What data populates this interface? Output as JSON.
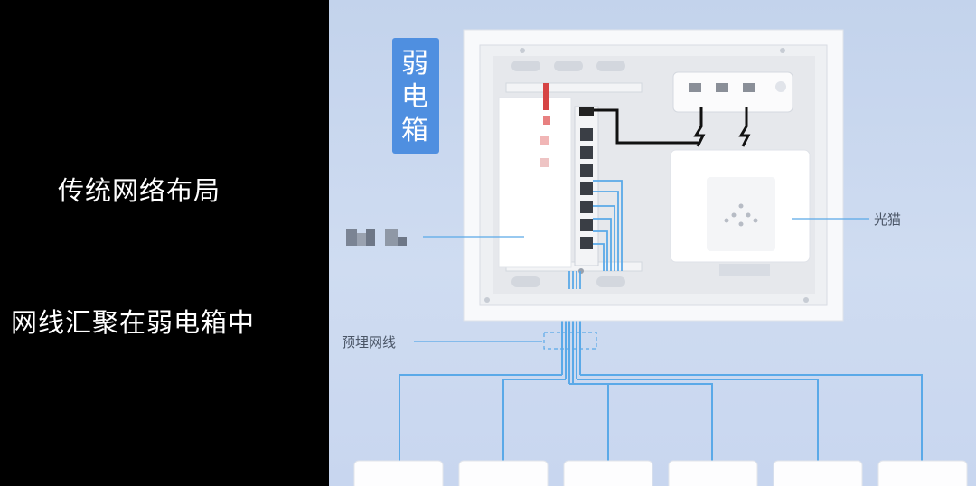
{
  "left_panel": {
    "title_line1": "传统网络布局",
    "title_line2": "网线汇聚在弱电箱中"
  },
  "diagram": {
    "box_label": [
      "弱",
      "电",
      "箱"
    ],
    "modem_label": "光猫",
    "cable_label": "预埋网线",
    "router_label_pixelated": true,
    "wall_outlets": 6
  },
  "colors": {
    "left_bg": "#000000",
    "right_bg": "#c8d6ef",
    "label_badge": "#4f8fe0",
    "cable_blue": "#5aa9e8",
    "power_cable": "#111111"
  }
}
